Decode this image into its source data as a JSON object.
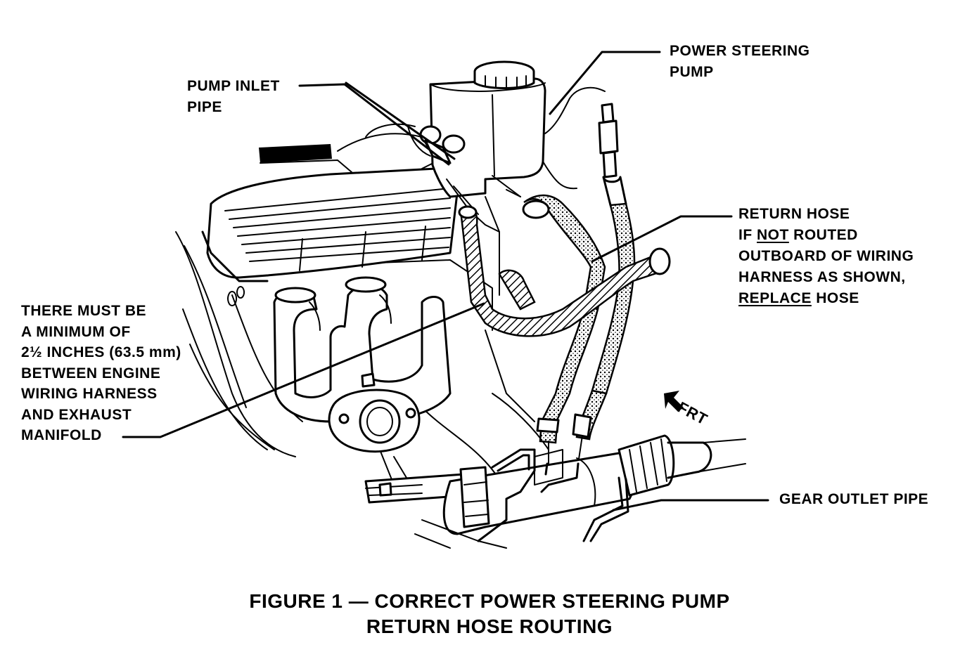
{
  "labels": {
    "power_steering_pump": [
      "POWER STEERING",
      "PUMP"
    ],
    "pump_inlet_pipe": [
      "PUMP INLET",
      "PIPE"
    ],
    "return_hose": {
      "line1": "RETURN HOSE",
      "line2_pre": "IF ",
      "line2_underlined": "NOT",
      "line2_post": " ROUTED",
      "line3": "OUTBOARD OF WIRING",
      "line4": "HARNESS AS SHOWN,",
      "line5_underlined": "REPLACE",
      "line5_post": " HOSE"
    },
    "minimum_clearance": [
      "THERE MUST BE",
      "A MINIMUM OF",
      "2½ INCHES (63.5 mm)",
      "BETWEEN ENGINE",
      "WIRING HARNESS",
      "AND EXHAUST",
      "MANIFOLD"
    ],
    "gear_outlet_pipe": "GEAR OUTLET PIPE",
    "front_indicator": "FRT"
  },
  "caption": {
    "line1": "FIGURE 1 — CORRECT POWER STEERING PUMP",
    "line2": "RETURN HOSE ROUTING"
  }
}
